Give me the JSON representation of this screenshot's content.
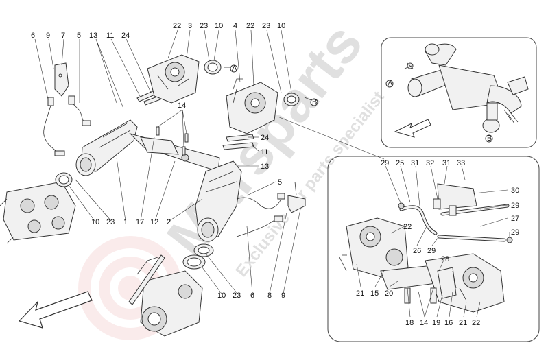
{
  "watermark": {
    "brand": "Marsparts",
    "tagline": "Exclusive car parts specialist",
    "color": "#d9d9d9",
    "logo_color": "#f2c9c9"
  },
  "arrow_markers": [
    "A",
    "B"
  ],
  "main_labels": [
    {
      "id": "m6a",
      "text": "6"
    },
    {
      "id": "m9a",
      "text": "9"
    },
    {
      "id": "m7",
      "text": "7"
    },
    {
      "id": "m5a",
      "text": "5"
    },
    {
      "id": "m13a",
      "text": "13"
    },
    {
      "id": "m11a",
      "text": "11"
    },
    {
      "id": "m24a",
      "text": "24"
    },
    {
      "id": "m22a",
      "text": "22"
    },
    {
      "id": "m3",
      "text": "3"
    },
    {
      "id": "m23a",
      "text": "23"
    },
    {
      "id": "m10a",
      "text": "10"
    },
    {
      "id": "m4",
      "text": "4"
    },
    {
      "id": "m22b",
      "text": "22"
    },
    {
      "id": "m23b",
      "text": "23"
    },
    {
      "id": "m10b",
      "text": "10"
    },
    {
      "id": "m14",
      "text": "14"
    },
    {
      "id": "m24b",
      "text": "24"
    },
    {
      "id": "m11b",
      "text": "11"
    },
    {
      "id": "m13b",
      "text": "13"
    },
    {
      "id": "m5b",
      "text": "5"
    },
    {
      "id": "m10c",
      "text": "10"
    },
    {
      "id": "m23c",
      "text": "23"
    },
    {
      "id": "m1",
      "text": "1"
    },
    {
      "id": "m17",
      "text": "17"
    },
    {
      "id": "m12",
      "text": "12"
    },
    {
      "id": "m2",
      "text": "2"
    },
    {
      "id": "m10d",
      "text": "10"
    },
    {
      "id": "m23d",
      "text": "23"
    },
    {
      "id": "m6b",
      "text": "6"
    },
    {
      "id": "m8",
      "text": "8"
    },
    {
      "id": "m9b",
      "text": "9"
    }
  ],
  "inset_labels": [
    {
      "id": "i29a",
      "text": "29"
    },
    {
      "id": "i25",
      "text": "25"
    },
    {
      "id": "i31a",
      "text": "31"
    },
    {
      "id": "i32",
      "text": "32"
    },
    {
      "id": "i31b",
      "text": "31"
    },
    {
      "id": "i33",
      "text": "33"
    },
    {
      "id": "i30",
      "text": "30"
    },
    {
      "id": "i29b",
      "text": "29"
    },
    {
      "id": "i27",
      "text": "27"
    },
    {
      "id": "i29c",
      "text": "29"
    },
    {
      "id": "i22a",
      "text": "22"
    },
    {
      "id": "i26",
      "text": "26"
    },
    {
      "id": "i29d",
      "text": "29"
    },
    {
      "id": "i28",
      "text": "28"
    },
    {
      "id": "i21a",
      "text": "21"
    },
    {
      "id": "i15",
      "text": "15"
    },
    {
      "id": "i20",
      "text": "20"
    },
    {
      "id": "i18",
      "text": "18"
    },
    {
      "id": "i14",
      "text": "14"
    },
    {
      "id": "i19",
      "text": "19"
    },
    {
      "id": "i16",
      "text": "16"
    },
    {
      "id": "i21b",
      "text": "21"
    },
    {
      "id": "i22b",
      "text": "22"
    }
  ]
}
